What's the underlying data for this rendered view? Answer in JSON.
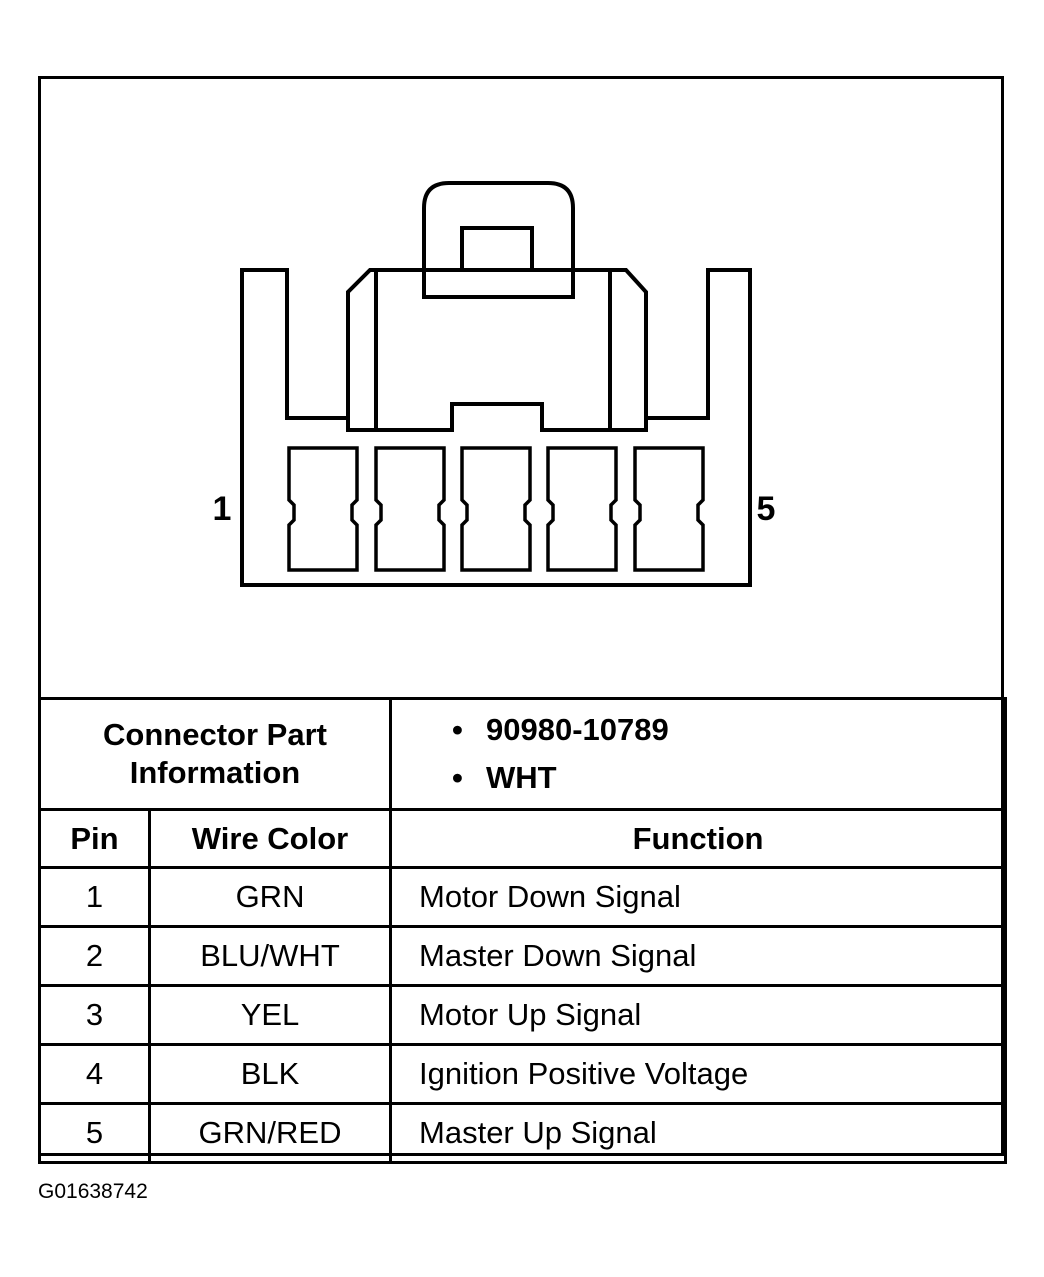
{
  "diagram": {
    "pin_left_label": "1",
    "pin_right_label": "5"
  },
  "connector_info": {
    "label": "Connector Part Information",
    "items": [
      "90980-10789",
      "WHT"
    ]
  },
  "table": {
    "headers": {
      "pin": "Pin",
      "wire_color": "Wire Color",
      "function": "Function"
    },
    "rows": [
      {
        "pin": "1",
        "wire_color": "GRN",
        "function": "Motor Down Signal"
      },
      {
        "pin": "2",
        "wire_color": "BLU/WHT",
        "function": "Master Down Signal"
      },
      {
        "pin": "3",
        "wire_color": "YEL",
        "function": "Motor Up Signal"
      },
      {
        "pin": "4",
        "wire_color": "BLK",
        "function": "Ignition Positive Voltage"
      },
      {
        "pin": "5",
        "wire_color": "GRN/RED",
        "function": "Master Up Signal"
      }
    ]
  },
  "figure_id": "G01638742"
}
